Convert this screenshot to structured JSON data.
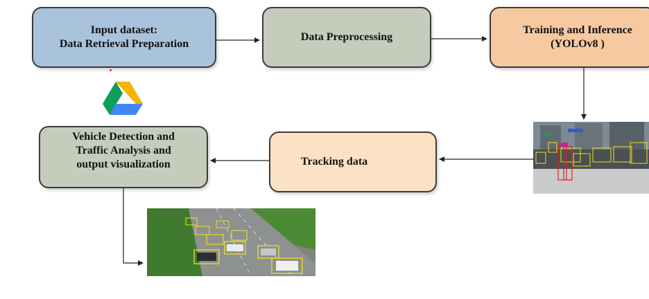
{
  "nodes": {
    "input": {
      "line1": "Input dataset:",
      "line2": "Data Retrieval Preparation"
    },
    "preprocessing": {
      "label": "Data Preprocessing"
    },
    "training": {
      "line1": "Training and Inference",
      "line2": "(YOLOv8 )"
    },
    "tracking": {
      "label": "Tracking data"
    },
    "vehicle": {
      "line1": "Vehicle Detection and",
      "line2": "Traffic Analysis and",
      "line3": "output visualization"
    }
  },
  "images": {
    "drive_icon": "google-drive-icon",
    "pedestrian_thumbnail": "street-detection-photo",
    "highway_thumbnail": "highway-detection-photo"
  },
  "colors": {
    "input_box": "#a9c3dc",
    "preprocessing_box": "#c6ccbc",
    "training_box": "#f7c9a0",
    "tracking_box": "#fbe2c4",
    "vehicle_box": "#c6ccbc",
    "detection_box_yellow": "#f2e21c",
    "detection_box_red": "#e32020"
  }
}
